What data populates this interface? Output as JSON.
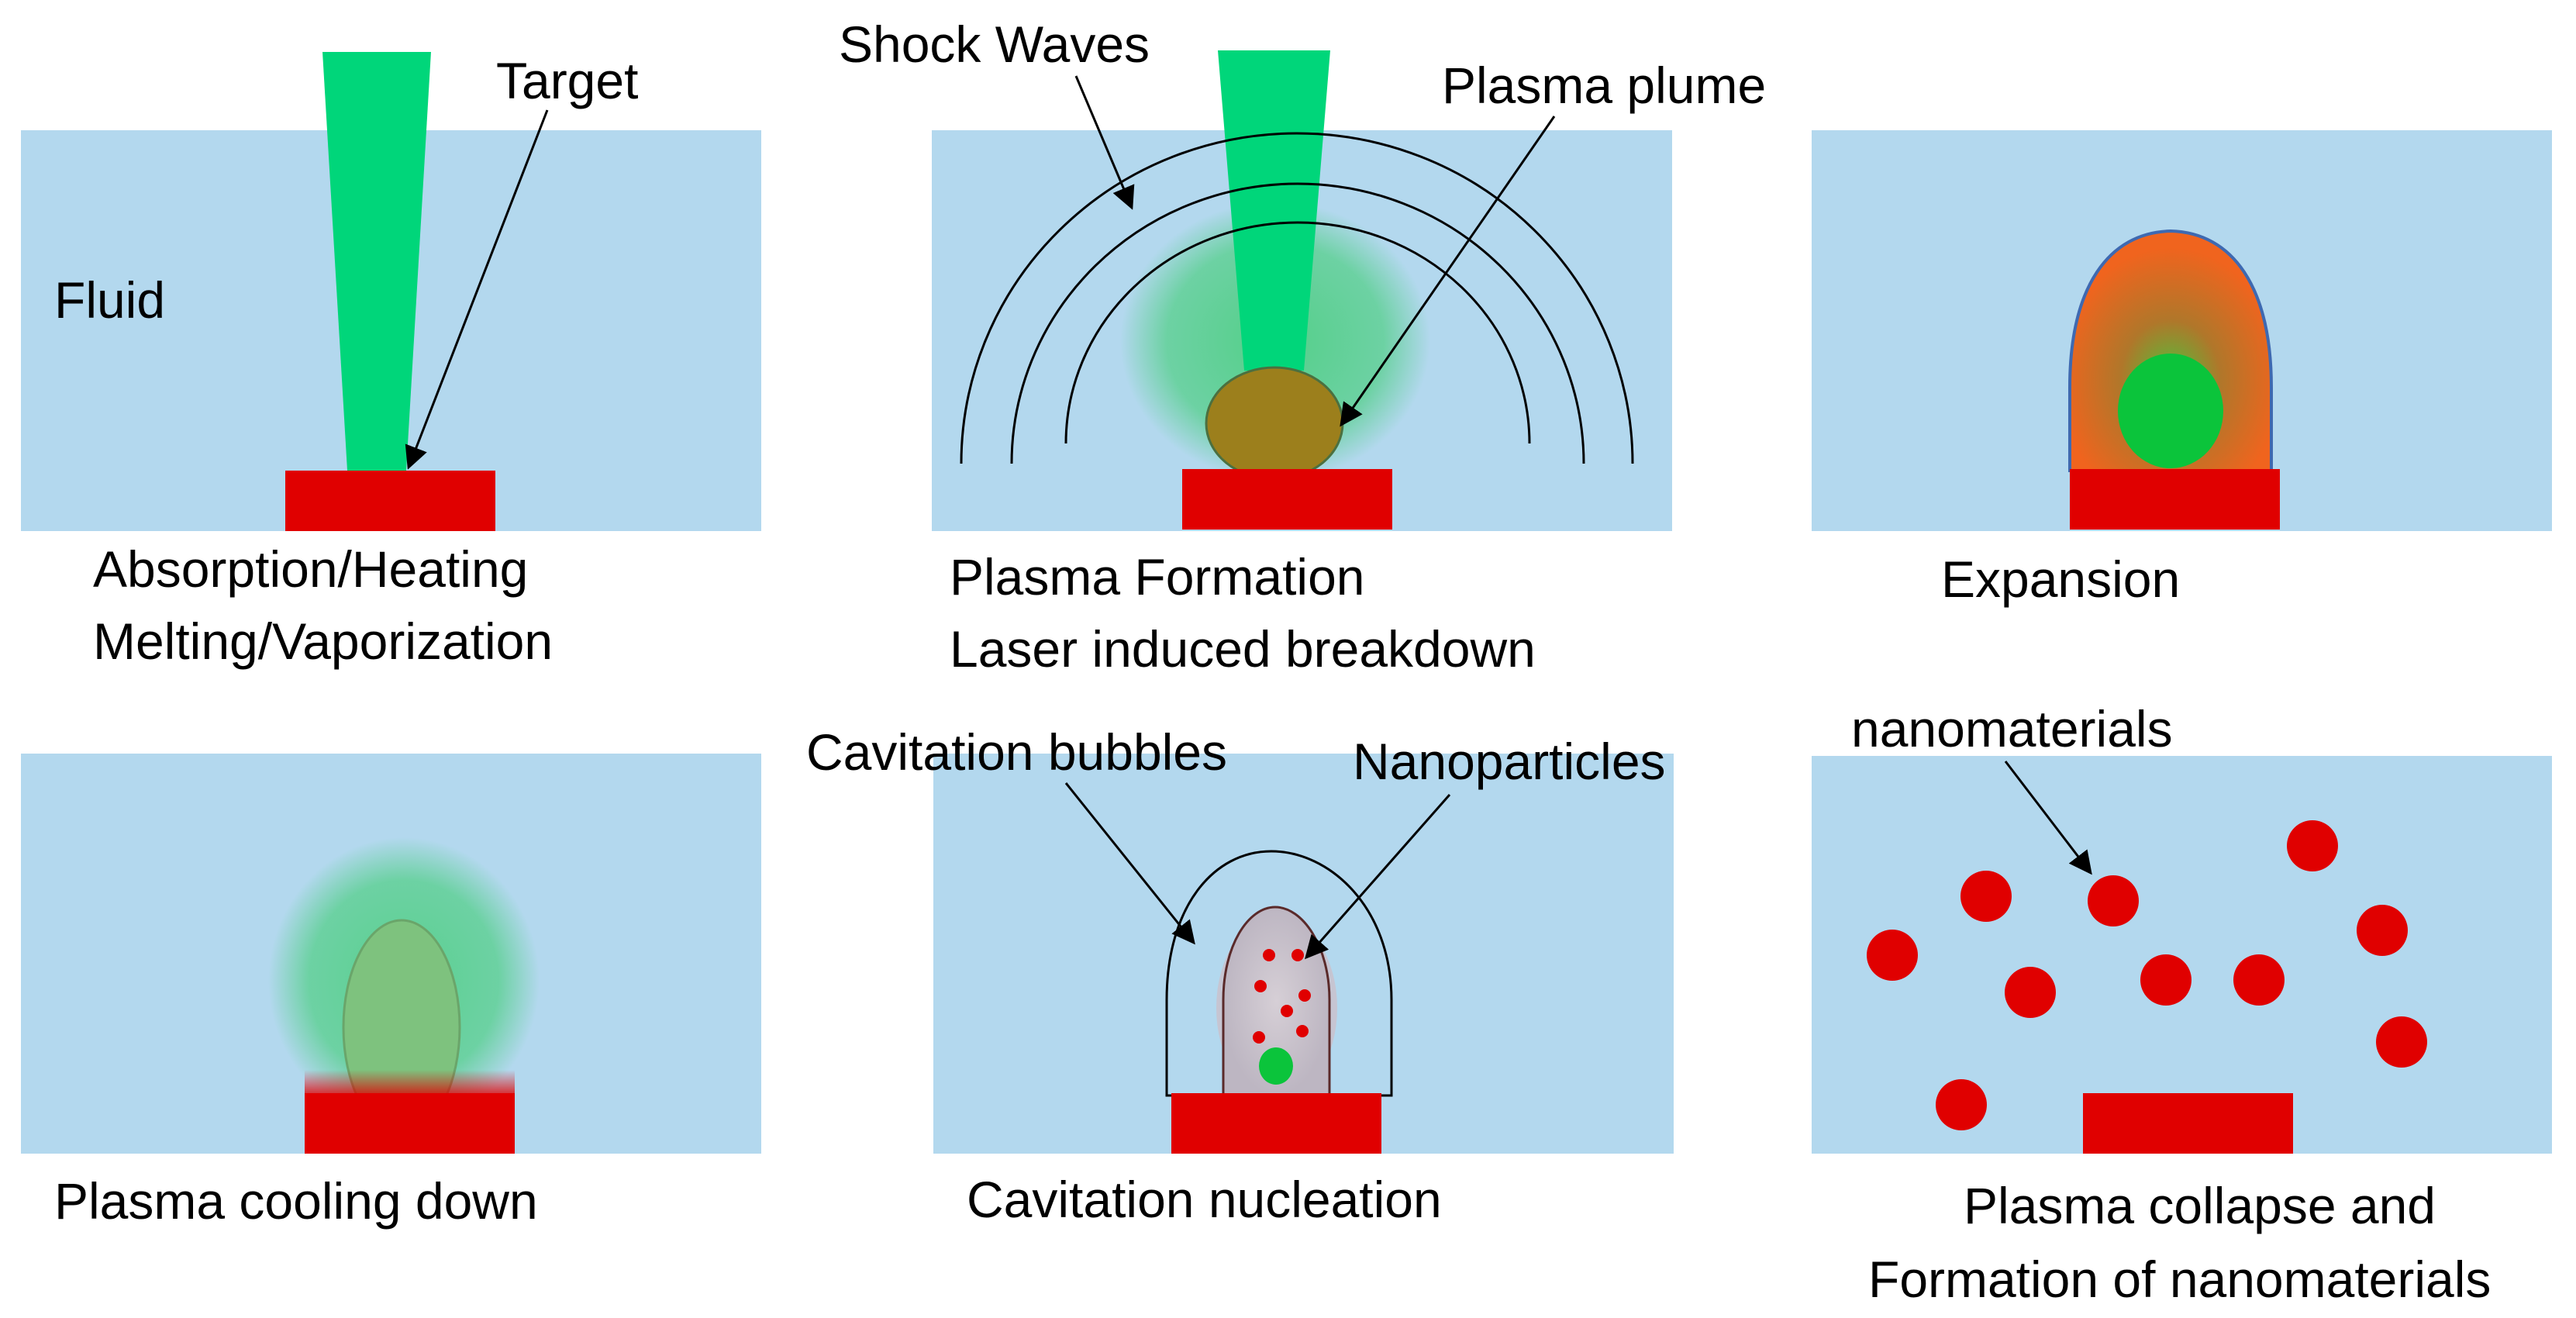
{
  "colors": {
    "fluid": "#b3d8ee",
    "target": "#e00000",
    "laser": "#00d67a",
    "plasma_glow": "#33cc66",
    "plasma_orange": "#f0641e",
    "nanoparticle": "#e00000",
    "bubble_fill": "#c8c0c8"
  },
  "panels": [
    {
      "caption_lines": [
        "Absorption/Heating",
        "Melting/Vaporization"
      ],
      "callouts": [
        "Target",
        "Fluid"
      ]
    },
    {
      "caption_lines": [
        "Plasma Formation",
        "Laser induced breakdown"
      ],
      "callouts": [
        "Shock Waves",
        "Plasma plume"
      ]
    },
    {
      "caption_lines": [
        "Expansion"
      ],
      "callouts": []
    },
    {
      "caption_lines": [
        "Plasma cooling down"
      ],
      "callouts": []
    },
    {
      "caption_lines": [
        "Cavitation nucleation"
      ],
      "callouts": [
        "Cavitation bubbles",
        "Nanoparticles"
      ]
    },
    {
      "caption_lines": [
        "Plasma collapse and",
        "Formation of nanomaterials"
      ],
      "callouts": [
        "nanomaterials"
      ]
    }
  ]
}
